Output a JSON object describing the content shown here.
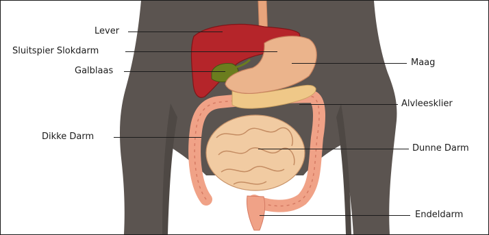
{
  "labels": {
    "lever": "Lever",
    "sluitspier": "Sluitspier Slokdarm",
    "galblaas": "Galblaas",
    "dikke_darm": "Dikke Darm",
    "maag": "Maag",
    "alvleesklier": "Alvleesklier",
    "dunne_darm": "Dunne Darm",
    "endeldarm": "Endeldarm"
  },
  "colors": {
    "body": "#5b5450",
    "liver": "#b5252a",
    "stomach": "#ebb48c",
    "gallbladder": "#6b7d1e",
    "pancreas": "#efc888",
    "large_intestine": "#f0a287",
    "small_intestine": "#f1cba2",
    "leader_line": "#1b1b1b"
  }
}
